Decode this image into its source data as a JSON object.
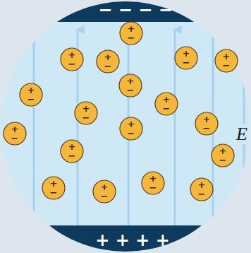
{
  "diagram": {
    "nodes": [
      {
        "text": [
          "− − − −"
        ]
      },
      {
        "text": [
          "+",
          "−"
        ]
      },
      {
        "text": [
          "+",
          "−"
        ]
      },
      {
        "text": [
          "+",
          "−"
        ]
      },
      {
        "text": [
          "+",
          "−"
        ]
      },
      {
        "text": [
          "+",
          "−"
        ]
      },
      {
        "text": [
          "+",
          "−"
        ]
      },
      {
        "text": [
          "+",
          "−"
        ]
      },
      {
        "text": [
          "+",
          "−"
        ]
      },
      {
        "text": [
          "+",
          "−"
        ]
      },
      {
        "text": [
          "+",
          "−"
        ]
      },
      {
        "text": [
          "+",
          "−"
        ]
      },
      {
        "text": [
          "+",
          "−"
        ]
      },
      {
        "text": [
          "+",
          "−"
        ]
      },
      {
        "text": [
          "+",
          "−"
        ]
      },
      {
        "text": [
          "+",
          "−"
        ]
      },
      {
        "text": [
          "+",
          "−"
        ]
      },
      {
        "text": [
          "+",
          "−"
        ]
      },
      {
        "text": [
          "+",
          "−"
        ]
      },
      {
        "text": [
          "+ + + +"
        ]
      }
    ],
    "labels": [
      "E"
    ]
  }
}
